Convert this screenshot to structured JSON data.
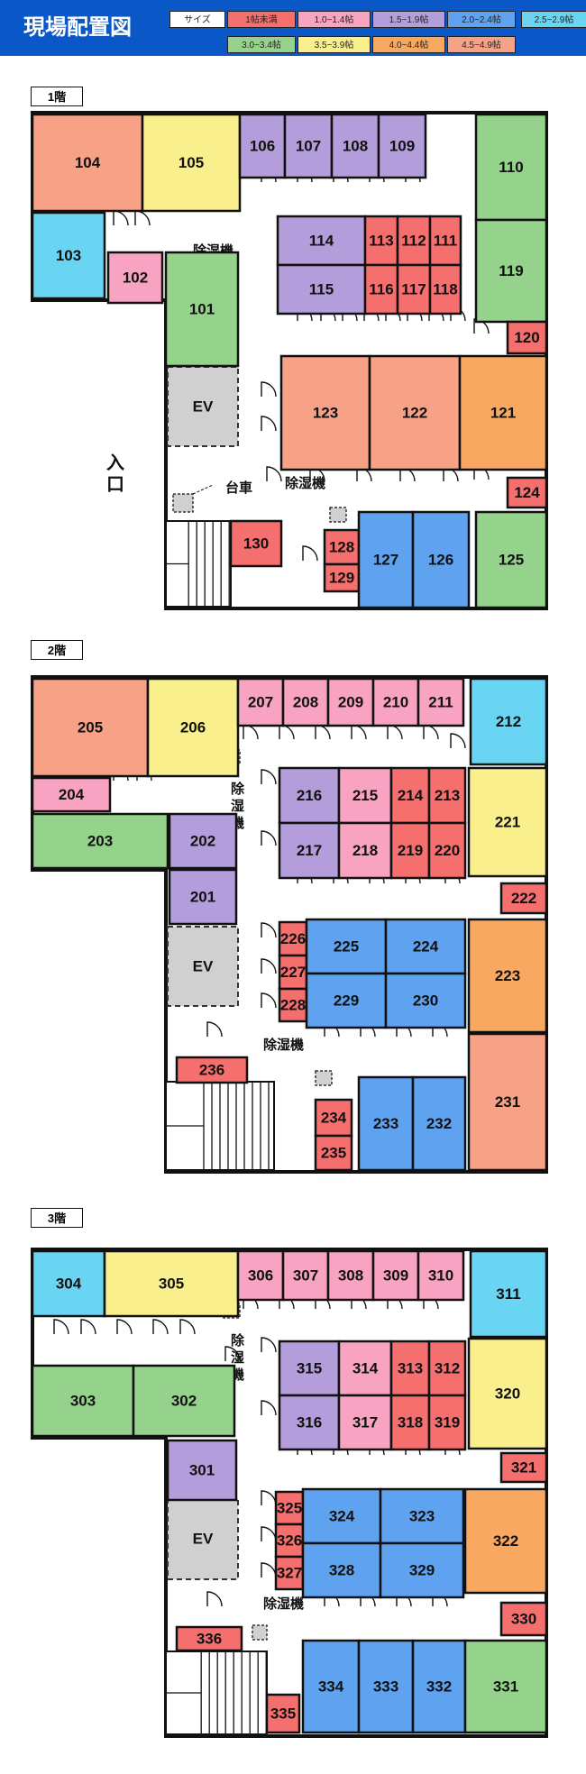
{
  "title": "現場配置図",
  "legend": {
    "heading": "サイズ",
    "items": [
      {
        "label": "1帖未満",
        "color": "#f56f6f"
      },
      {
        "label": "1.0~1.4帖",
        "color": "#f9a3c3"
      },
      {
        "label": "1.5~1.9帖",
        "color": "#b39ddb"
      },
      {
        "label": "2.0~2.4帖",
        "color": "#5ea2f0"
      },
      {
        "label": "2.5~2.9帖",
        "color": "#6ad5f3"
      },
      {
        "label": "3.0~3.4帖",
        "color": "#95d38c"
      },
      {
        "label": "3.5~3.9帖",
        "color": "#f9ef8d"
      },
      {
        "label": "4.0~4.4帖",
        "color": "#f8a861"
      },
      {
        "label": "4.5~4.9帖",
        "color": "#f7a186"
      }
    ]
  },
  "floors": [
    {
      "label": "1階",
      "rooms": [
        {
          "id": "104",
          "s": 8
        },
        {
          "id": "105",
          "s": 6
        },
        {
          "id": "106",
          "s": 2
        },
        {
          "id": "107",
          "s": 2
        },
        {
          "id": "108",
          "s": 2
        },
        {
          "id": "109",
          "s": 2
        },
        {
          "id": "110",
          "s": 5
        },
        {
          "id": "103",
          "s": 4
        },
        {
          "id": "102",
          "s": 1
        },
        {
          "id": "101",
          "s": 5
        },
        {
          "id": "114",
          "s": 2
        },
        {
          "id": "113",
          "s": 0
        },
        {
          "id": "112",
          "s": 0
        },
        {
          "id": "111",
          "s": 0
        },
        {
          "id": "115",
          "s": 2
        },
        {
          "id": "116",
          "s": 0
        },
        {
          "id": "117",
          "s": 0
        },
        {
          "id": "118",
          "s": 0
        },
        {
          "id": "119",
          "s": 5
        },
        {
          "id": "120",
          "s": 0
        },
        {
          "id": "123",
          "s": 8
        },
        {
          "id": "122",
          "s": 8
        },
        {
          "id": "121",
          "s": 7
        },
        {
          "id": "124",
          "s": 0
        },
        {
          "id": "130",
          "s": 0
        },
        {
          "id": "128",
          "s": 0
        },
        {
          "id": "129",
          "s": 0
        },
        {
          "id": "127",
          "s": 3
        },
        {
          "id": "126",
          "s": 3
        },
        {
          "id": "125",
          "s": 5
        }
      ],
      "labels": {
        "ev": "EV",
        "dehumidifier": "除湿機",
        "dehumidifier2": "除湿機",
        "cart": "台車",
        "entrance": "入口"
      }
    },
    {
      "label": "2階",
      "rooms": [
        {
          "id": "205",
          "s": 8
        },
        {
          "id": "206",
          "s": 6
        },
        {
          "id": "207",
          "s": 1
        },
        {
          "id": "208",
          "s": 1
        },
        {
          "id": "209",
          "s": 1
        },
        {
          "id": "210",
          "s": 1
        },
        {
          "id": "211",
          "s": 1
        },
        {
          "id": "212",
          "s": 4
        },
        {
          "id": "204",
          "s": 1
        },
        {
          "id": "203",
          "s": 5
        },
        {
          "id": "202",
          "s": 2
        },
        {
          "id": "201",
          "s": 2
        },
        {
          "id": "216",
          "s": 2
        },
        {
          "id": "215",
          "s": 1
        },
        {
          "id": "214",
          "s": 0
        },
        {
          "id": "213",
          "s": 0
        },
        {
          "id": "217",
          "s": 2
        },
        {
          "id": "218",
          "s": 1
        },
        {
          "id": "219",
          "s": 0
        },
        {
          "id": "220",
          "s": 0
        },
        {
          "id": "221",
          "s": 6
        },
        {
          "id": "222",
          "s": 0
        },
        {
          "id": "226",
          "s": 0
        },
        {
          "id": "227",
          "s": 0
        },
        {
          "id": "228",
          "s": 0
        },
        {
          "id": "225",
          "s": 3
        },
        {
          "id": "224",
          "s": 3
        },
        {
          "id": "229",
          "s": 3
        },
        {
          "id": "230",
          "s": 3
        },
        {
          "id": "223",
          "s": 7
        },
        {
          "id": "236",
          "s": 0
        },
        {
          "id": "234",
          "s": 0
        },
        {
          "id": "235",
          "s": 0
        },
        {
          "id": "233",
          "s": 3
        },
        {
          "id": "232",
          "s": 3
        },
        {
          "id": "231",
          "s": 8
        }
      ],
      "labels": {
        "ev": "EV",
        "dehumidifier": "除湿機",
        "dehumidifier2": "除湿機"
      }
    },
    {
      "label": "3階",
      "rooms": [
        {
          "id": "304",
          "s": 4
        },
        {
          "id": "305",
          "s": 6
        },
        {
          "id": "306",
          "s": 1
        },
        {
          "id": "307",
          "s": 1
        },
        {
          "id": "308",
          "s": 1
        },
        {
          "id": "309",
          "s": 1
        },
        {
          "id": "310",
          "s": 1
        },
        {
          "id": "311",
          "s": 4
        },
        {
          "id": "303",
          "s": 5
        },
        {
          "id": "302",
          "s": 5
        },
        {
          "id": "301",
          "s": 2
        },
        {
          "id": "315",
          "s": 2
        },
        {
          "id": "314",
          "s": 1
        },
        {
          "id": "313",
          "s": 0
        },
        {
          "id": "312",
          "s": 0
        },
        {
          "id": "316",
          "s": 2
        },
        {
          "id": "317",
          "s": 1
        },
        {
          "id": "318",
          "s": 0
        },
        {
          "id": "319",
          "s": 0
        },
        {
          "id": "320",
          "s": 6
        },
        {
          "id": "321",
          "s": 0
        },
        {
          "id": "325",
          "s": 0
        },
        {
          "id": "326",
          "s": 0
        },
        {
          "id": "327",
          "s": 0
        },
        {
          "id": "324",
          "s": 3
        },
        {
          "id": "323",
          "s": 3
        },
        {
          "id": "328",
          "s": 3
        },
        {
          "id": "329",
          "s": 3
        },
        {
          "id": "322",
          "s": 7
        },
        {
          "id": "336",
          "s": 0
        },
        {
          "id": "330",
          "s": 0
        },
        {
          "id": "335",
          "s": 0
        },
        {
          "id": "334",
          "s": 3
        },
        {
          "id": "333",
          "s": 3
        },
        {
          "id": "332",
          "s": 3
        },
        {
          "id": "331",
          "s": 5
        }
      ],
      "labels": {
        "ev": "EV",
        "dehumidifier": "除湿機",
        "dehumidifier2": "除湿機"
      }
    }
  ]
}
